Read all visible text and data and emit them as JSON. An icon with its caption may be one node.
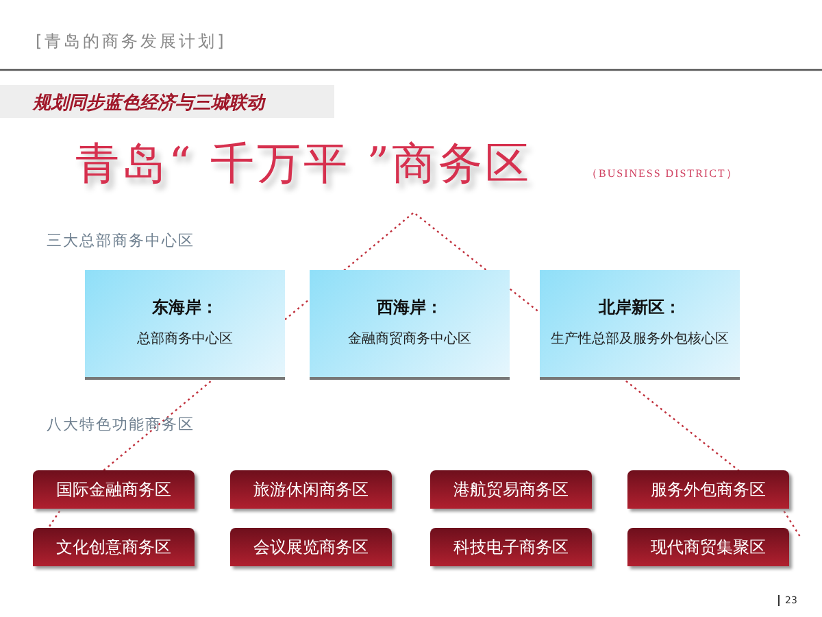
{
  "diagram": {
    "title": "青岛“ 千万平 ”商务区",
    "nodes": [
      {
        "text": [
          "东海岸：",
          "总部商务中心区"
        ]
      },
      {
        "text": [
          "西海岸：",
          "金融商贸商务中心区"
        ]
      },
      {
        "text": [
          "北岸新区：",
          "生产性总部及服务外包核心区"
        ]
      },
      {
        "text": [
          "国际金融商务区"
        ]
      },
      {
        "text": [
          "旅游休闲商务区"
        ]
      },
      {
        "text": [
          "港航贸易商务区"
        ]
      },
      {
        "text": [
          "服务外包商务区"
        ]
      },
      {
        "text": [
          "文化创意商务区"
        ]
      },
      {
        "text": [
          "会议展览商务区"
        ]
      },
      {
        "text": [
          "科技电子商务区"
        ]
      },
      {
        "text": [
          "现代商贸集聚区"
        ]
      }
    ],
    "labels": [
      "[青岛的商务发展计划]",
      "规划同步蓝色经济与三城联动",
      "（BUSINESS DISTRICT）",
      "三大总部商务中心区",
      "八大特色功能商务区",
      "23"
    ]
  }
}
